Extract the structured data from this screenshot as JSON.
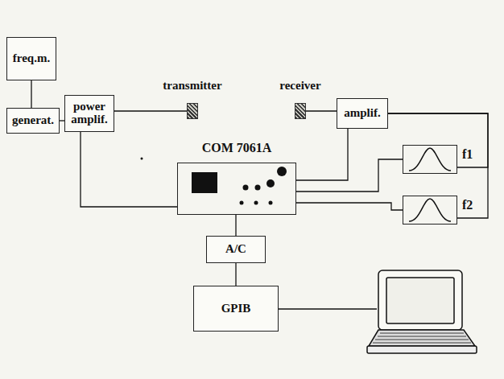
{
  "diagram": {
    "nodes": [
      {
        "text": [
          "freq.m."
        ]
      },
      {
        "text": [
          "generat."
        ]
      },
      {
        "text": [
          "power amplif."
        ]
      },
      {
        "text": [
          "transmitter"
        ]
      },
      {
        "text": [
          "receiver"
        ]
      },
      {
        "text": [
          "amplif."
        ]
      },
      {
        "text": [
          "COM 7061A"
        ]
      },
      {
        "text": [
          "f1"
        ]
      },
      {
        "text": [
          "f2"
        ]
      },
      {
        "text": [
          "A/C"
        ]
      },
      {
        "text": [
          "GPIB"
        ]
      }
    ],
    "edges": [
      {
        "from": 0,
        "to": 1,
        "arrow": "none"
      },
      {
        "from": 1,
        "to": 2,
        "arrow": "none"
      },
      {
        "from": 2,
        "to": 3,
        "arrow": "none"
      },
      {
        "from": 4,
        "to": 5,
        "arrow": "none"
      },
      {
        "from": 2,
        "to": 6,
        "arrow": "none"
      },
      {
        "from": 5,
        "to": 6,
        "arrow": "none"
      },
      {
        "from": 5,
        "to": 7,
        "arrow": "none"
      },
      {
        "from": 5,
        "to": 8,
        "arrow": "none"
      },
      {
        "from": 7,
        "to": 6,
        "arrow": "none"
      },
      {
        "from": 8,
        "to": 6,
        "arrow": "none"
      },
      {
        "from": 6,
        "to": 9,
        "arrow": "none"
      },
      {
        "from": 9,
        "to": 10,
        "arrow": "none"
      }
    ]
  }
}
